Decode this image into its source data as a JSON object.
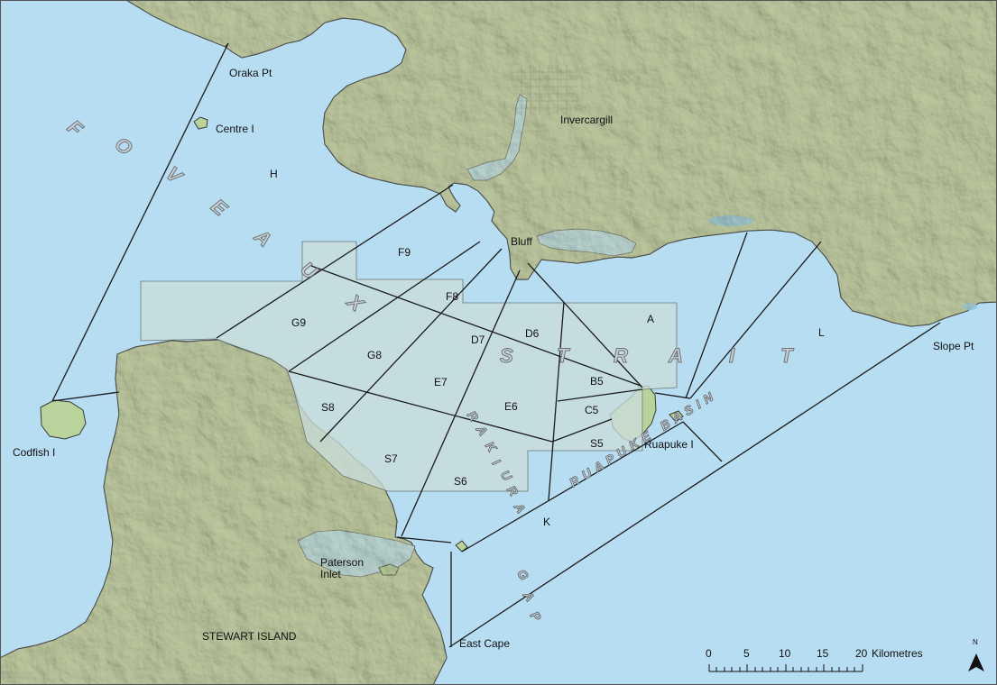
{
  "colors": {
    "sea": "#b7ddf2",
    "land": "#bfc9a0",
    "land_dark": "#9aa684",
    "island_fill": "#b9d49a",
    "stat_area_fill": "#c9ddd8",
    "boundary_line": "#1a1a1a"
  },
  "places": {
    "oraka_pt": "Oraka Pt",
    "centre_i": "Centre I",
    "invercargill": "Invercargill",
    "bluff": "Bluff",
    "codfish_i": "Codfish I",
    "ruapuke_i": "Ruapuke I",
    "paterson_inlet": "Paterson\nInlet",
    "stewart_island": "STEWART ISLAND",
    "east_cape": "East Cape",
    "slope_pt": "Slope Pt"
  },
  "features": {
    "foveaux_letters": [
      "F",
      "O",
      "V",
      "E",
      "A",
      "U",
      "X"
    ],
    "strait_letters": [
      "S",
      "T",
      "R",
      "A",
      "I",
      "T"
    ],
    "rakiura_letters": [
      "R",
      "A",
      "K",
      "I",
      "U",
      "R",
      "A"
    ],
    "gap_letters": [
      "G",
      "A",
      "P"
    ],
    "ruapuke_basin": "R U A P U K E   B A S I N"
  },
  "areas": {
    "H": "H",
    "F9": "F9",
    "F8": "F8",
    "G9": "G9",
    "G8": "G8",
    "D7": "D7",
    "D6": "D6",
    "A": "A",
    "L": "L",
    "E7": "E7",
    "E6": "E6",
    "B5": "B5",
    "C5": "C5",
    "S8": "S8",
    "S7": "S7",
    "S6": "S6",
    "S5": "S5",
    "K": "K"
  },
  "scale_bar": {
    "ticks": [
      "0",
      "5",
      "10",
      "15",
      "20"
    ],
    "unit": "Kilometres"
  },
  "north_arrow": {
    "label": "N"
  }
}
